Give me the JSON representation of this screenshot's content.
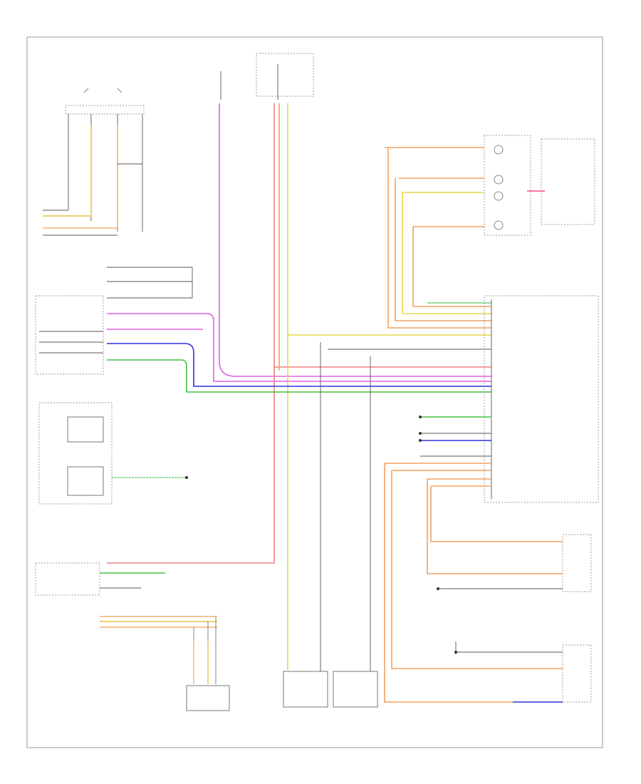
{
  "colors": {
    "orange": "#f2a060",
    "pink": "#f08080",
    "violet": "#e060e0",
    "blue": "#3030e0",
    "green": "#40c040",
    "yellow": "#e6d84a",
    "lightgreen": "#7ad07a",
    "wire_dark": "#555555",
    "frame": "#9a9a9a"
  },
  "icons": [
    "ground-icon",
    "switch-icon",
    "connector-icon",
    "splice-icon"
  ],
  "diagram": {
    "blocks": [
      {
        "key": "seat_switch_left"
      },
      {
        "key": "fuse_top_a"
      },
      {
        "key": "fuse_top_b"
      },
      {
        "key": "passenger_presence_switch"
      },
      {
        "key": "steering_control_module"
      },
      {
        "key": "instrument_cluster_module"
      },
      {
        "key": "body_module"
      },
      {
        "key": "passenger_presence_sensor"
      },
      {
        "key": "passenger_seat_switches"
      },
      {
        "key": "right_seat_assembly"
      },
      {
        "key": "power_seat_switch"
      }
    ]
  }
}
